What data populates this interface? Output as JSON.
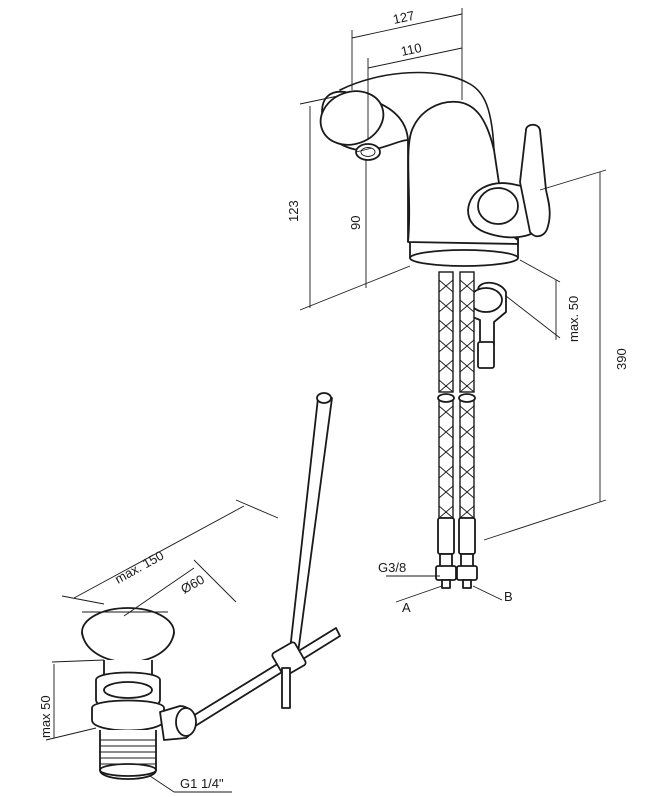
{
  "dimensions": {
    "overall_reach": "127",
    "spout_reach": "110",
    "spout_total_height": "123",
    "spout_outlet_height": "90",
    "max_deck_thickness_faucet": "max. 50",
    "hose_length": "390",
    "waste_max_length": "max. 150",
    "waste_cap_diameter": "Ø60",
    "max_deck_thickness_waste": "max 50"
  },
  "connections": {
    "thread_hoses": "G3/8",
    "hose_a": "A",
    "hose_b": "B",
    "waste_thread": "G1 1/4\""
  },
  "colors": {
    "line": "#1a1a1a",
    "background": "#ffffff"
  }
}
